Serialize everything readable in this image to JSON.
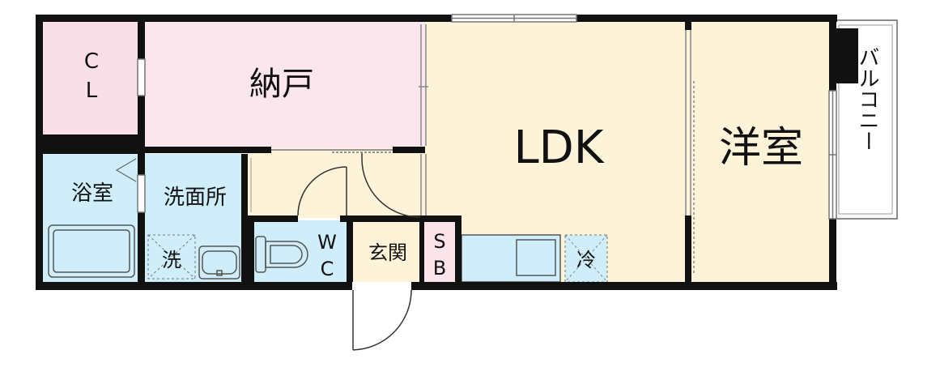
{
  "rooms": {
    "cl_top": "C",
    "cl_bottom": "L",
    "nando": "納戸",
    "ldk": "LDK",
    "yoshitsu": "洋室",
    "balcony": "バルコニー",
    "bath": "浴室",
    "washroom": "洗面所",
    "washer": "洗",
    "wc_top": "W",
    "wc_bottom": "C",
    "entrance": "玄関",
    "sb_top": "S",
    "sb_bottom": "B",
    "fridge": "冷"
  },
  "colors": {
    "wall": "#111111",
    "closet": "#f8dfe8",
    "storage": "#fce6ee",
    "living": "#fdf3d9",
    "wet_area": "#cfeefa",
    "shoe_box": "#fbe3ea",
    "balcony": "#ffffff"
  }
}
